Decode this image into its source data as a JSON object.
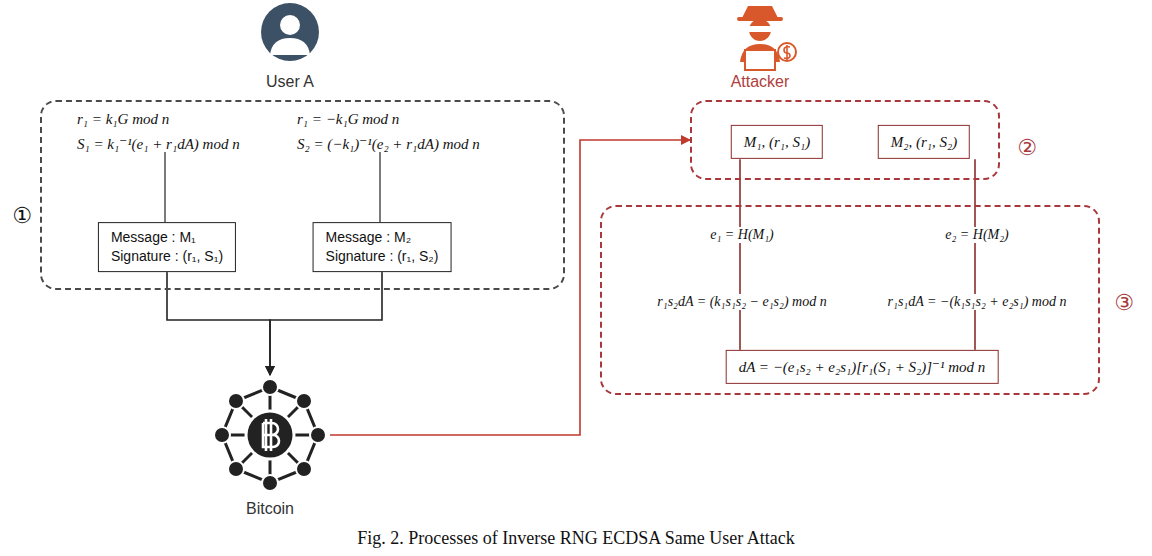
{
  "diagram": {
    "caption": "Fig. 2. Processes of Inverse RNG ECDSA Same User Attack",
    "nodes": [
      {
        "text": [
          "①",
          "r₁ = k₁G mod n",
          "S₁ = k₁⁻¹(e₁ + r₁dA) mod n",
          "r₁ = −k₁G mod n",
          "S₂ = (−k₁)⁻¹(e₂ + r₁dA) mod n"
        ]
      },
      {
        "text": [
          "Message : M₁",
          "Signature : (r₁, S₁)"
        ],
        "in": 0
      },
      {
        "text": [
          "Message : M₂",
          "Signature : (r₁, S₂)"
        ],
        "in": 0
      },
      {
        "text": [
          "Bitcoin"
        ]
      },
      {
        "text": [
          "②"
        ]
      },
      {
        "text": [
          "M₁, (r₁, S₁)"
        ],
        "in": 4
      },
      {
        "text": [
          "M₂, (r₁, S₂)"
        ],
        "in": 4
      },
      {
        "text": [
          "③",
          "e₁ = H(M₁)",
          "e₂ = H(M₂)",
          "r₁s₂dA = (k₁s₁s₂ − e₁s₂) mod n",
          "r₁s₁dA = −(k₁s₁s₂ + e₂s₁) mod n"
        ]
      },
      {
        "text": [
          "dA = −(e₁s₂ + e₂s₁)[r₁(S₁ + S₂)]⁻¹ mod n"
        ],
        "in": 7
      }
    ],
    "edges": [
      {
        "from": 1,
        "to": 3,
        "arrow": "to"
      },
      {
        "from": 2,
        "to": 3,
        "arrow": "to"
      },
      {
        "from": 3,
        "to": 4,
        "arrow": "to"
      },
      {
        "from": 5,
        "to": 8,
        "arrow": "none"
      },
      {
        "from": 6,
        "to": 8,
        "arrow": "none"
      }
    ],
    "labels": [
      "User A",
      "Attacker"
    ]
  }
}
